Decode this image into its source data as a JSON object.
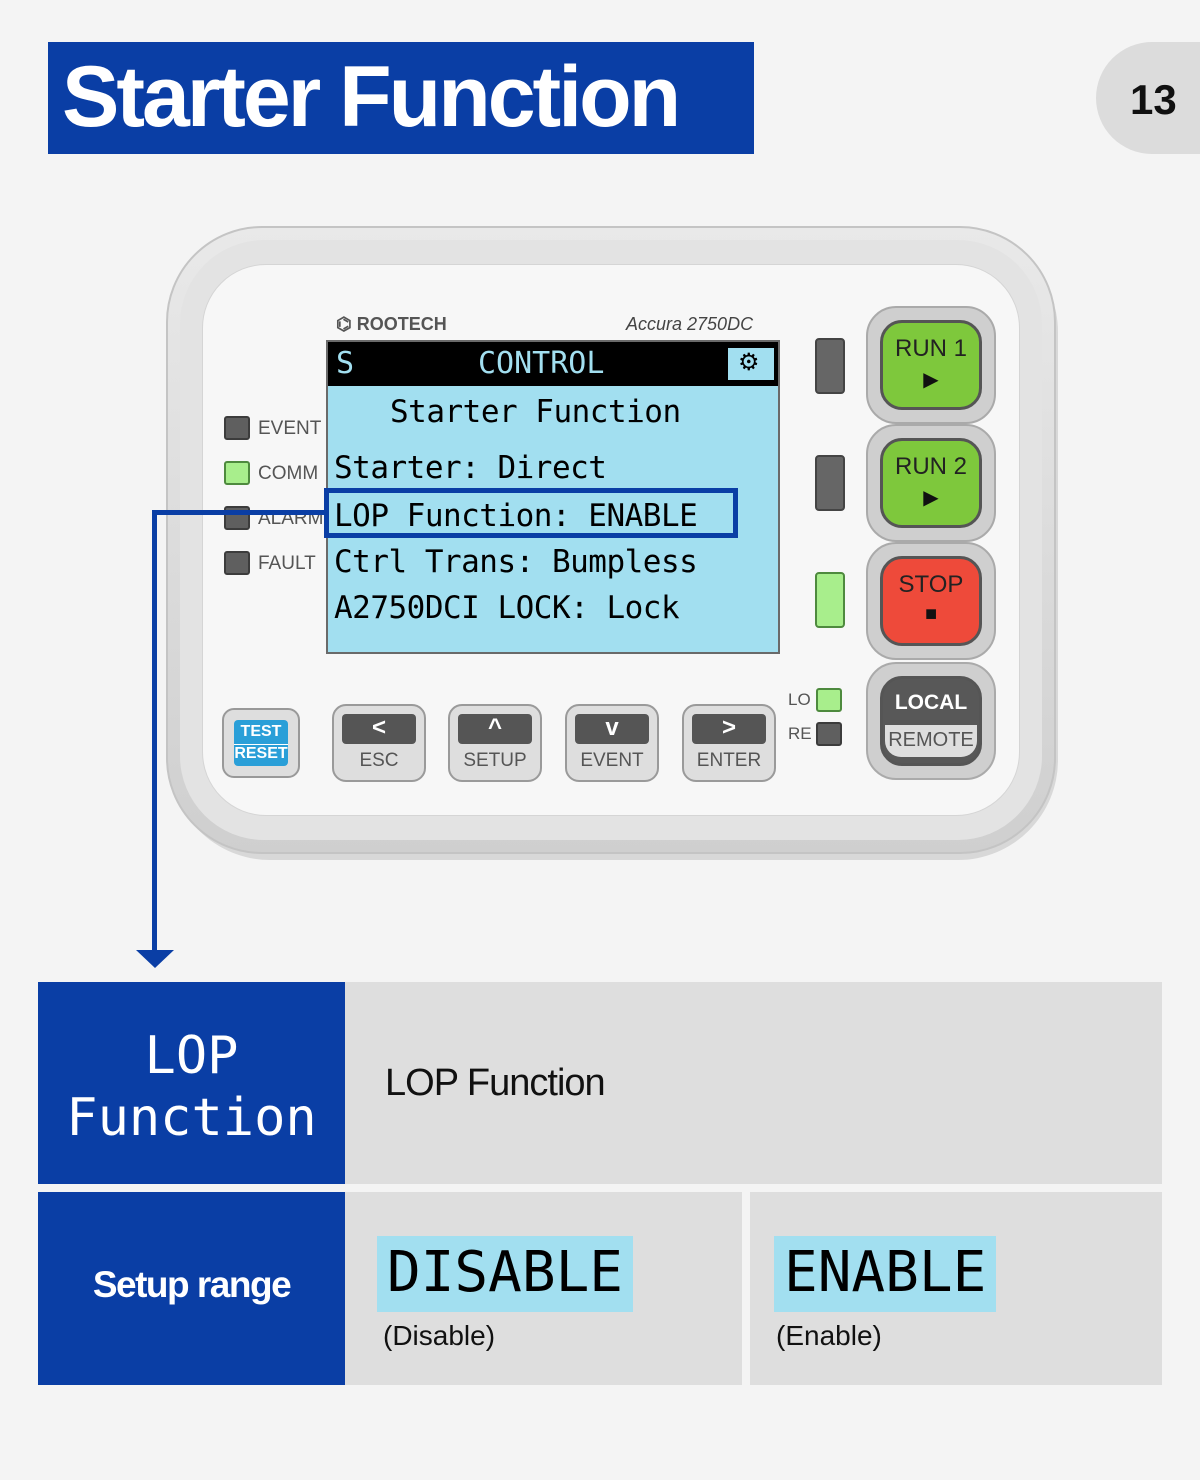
{
  "header": {
    "title": "Starter Function",
    "page_number": "13"
  },
  "device": {
    "brand": "ROOTECH",
    "model": "Accura 2750DC",
    "lcd": {
      "mode": "S",
      "menu": "CONTROL",
      "gear_icon": "⚙",
      "title": "Starter Function",
      "lines": [
        "Starter: Direct",
        "LOP Function: ENABLE",
        "Ctrl Trans: Bumpless",
        "A2750DCI LOCK: Lock"
      ]
    },
    "status_leds": [
      {
        "label": "EVENT",
        "on": false
      },
      {
        "label": "COMM",
        "on": true
      },
      {
        "label": "ALARM",
        "on": false
      },
      {
        "label": "FAULT",
        "on": false
      }
    ],
    "run1": {
      "label": "RUN 1",
      "glyph": "▶"
    },
    "run2": {
      "label": "RUN 2",
      "glyph": "▶"
    },
    "stop": {
      "label": "STOP",
      "glyph": "■"
    },
    "local_remote": {
      "top": "LOCAL",
      "bottom": "REMOTE",
      "lo_label": "LO",
      "re_label": "RE"
    },
    "test_reset": {
      "top": "TEST",
      "bottom": "RESET"
    },
    "nav_buttons": [
      {
        "glyph": "<",
        "label": "ESC"
      },
      {
        "glyph": "^",
        "label": "SETUP"
      },
      {
        "glyph": "v",
        "label": "EVENT"
      },
      {
        "glyph": ">",
        "label": "ENTER"
      }
    ],
    "colors": {
      "lcd_bg": "#a2dff0",
      "run": "#7ec83c",
      "stop": "#ee4a3a",
      "led_on": "#a8ee8c"
    }
  },
  "table": {
    "item_lcd_line1": "LOP",
    "item_lcd_line2": "Function",
    "description": "LOP Function",
    "setup_range_label": "Setup range",
    "options": [
      {
        "lcd": "DISABLE",
        "caption": "(Disable)"
      },
      {
        "lcd": "ENABLE",
        "caption": "(Enable)"
      }
    ]
  },
  "colors": {
    "accent": "#0a3ea5",
    "table_bg": "#dedede",
    "page_bg": "#f4f4f4"
  }
}
